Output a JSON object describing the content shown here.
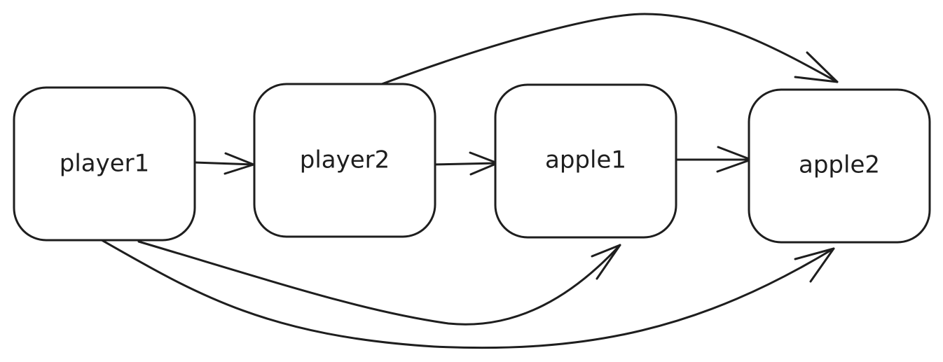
{
  "diagram": {
    "nodes": [
      {
        "id": "player1",
        "label": "player1"
      },
      {
        "id": "player2",
        "label": "player2"
      },
      {
        "id": "apple1",
        "label": "apple1"
      },
      {
        "id": "apple2",
        "label": "apple2"
      }
    ],
    "edges": [
      {
        "from": "player1",
        "to": "player2"
      },
      {
        "from": "player2",
        "to": "apple1"
      },
      {
        "from": "apple1",
        "to": "apple2"
      },
      {
        "from": "player2",
        "to": "apple2"
      },
      {
        "from": "player1",
        "to": "apple1"
      },
      {
        "from": "player1",
        "to": "apple2"
      }
    ],
    "colors": {
      "stroke": "#1e1e1e",
      "background": "#ffffff"
    }
  }
}
